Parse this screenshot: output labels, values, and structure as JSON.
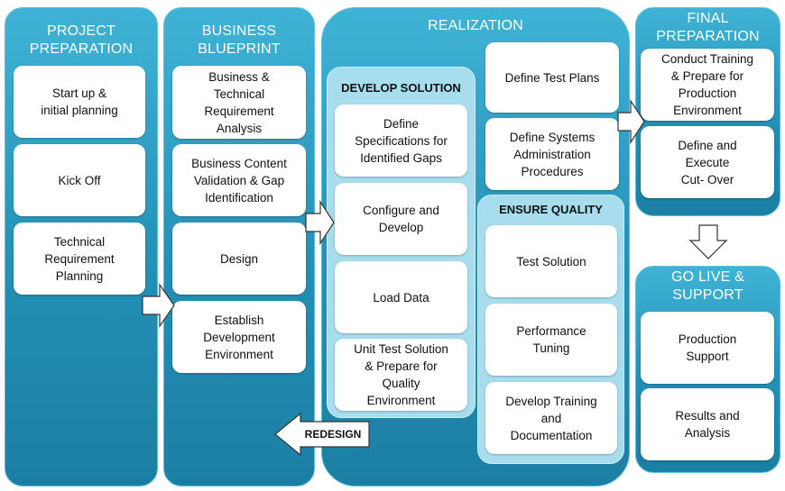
{
  "phases": {
    "project_preparation": {
      "title": "PROJECT\nPREPARATION",
      "items": [
        "Start up &\ninitial planning",
        "Kick Off",
        "Technical\nRequirement\nPlanning"
      ]
    },
    "business_blueprint": {
      "title": "BUSINESS\nBLUEPRINT",
      "items": [
        "Business &\nTechnical\nRequirement\nAnalysis",
        "Business Content\nValidation & Gap\nIdentification",
        "Design",
        "Establish\nDevelopment\nEnvironment"
      ]
    },
    "realization": {
      "title": "REALIZATION",
      "develop_solution": {
        "title": "DEVELOP SOLUTION",
        "items": [
          "Define\nSpecifications for\nIdentified Gaps",
          "Configure and\nDevelop",
          "Load Data",
          "Unit Test Solution\n& Prepare for\nQuality\nEnvironment"
        ]
      },
      "top_items": [
        "Define Test Plans",
        "Define Systems\nAdministration\nProcedures"
      ],
      "ensure_quality": {
        "title": "ENSURE QUALITY",
        "items": [
          "Test Solution",
          "Performance\nTuning",
          "Develop Training\nand\nDocumentation"
        ]
      }
    },
    "final_preparation": {
      "title": "FINAL\nPREPARATION",
      "items": [
        "Conduct Training\n& Prepare for\nProduction\nEnvironment",
        "Define and\nExecute\nCut- Over"
      ]
    },
    "go_live_support": {
      "title": "GO LIVE &\nSUPPORT",
      "items": [
        "Production\nSupport",
        "Results and\nAnalysis"
      ]
    }
  },
  "redesign_label": "REDESIGN"
}
